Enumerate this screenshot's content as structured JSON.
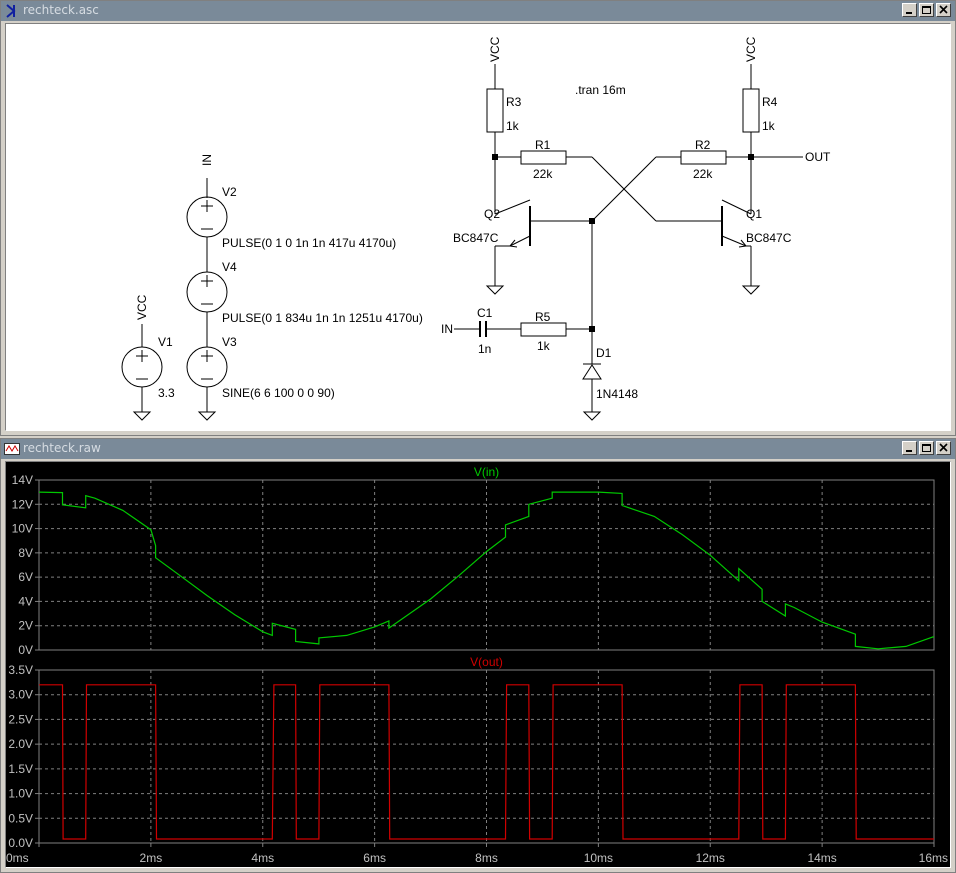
{
  "schematic_window": {
    "title": "rechteck.asc",
    "components": {
      "vcc_left": "VCC",
      "vcc_r3": "VCC",
      "vcc_r4": "VCC",
      "in_v2": "IN",
      "v2_name": "V2",
      "v2_value": "PULSE(0 1 0 1n 1n 417u 4170u)",
      "v4_name": "V4",
      "v4_value": "PULSE(0 1 834u 1n 1n 1251u 4170u)",
      "v3_name": "V3",
      "v3_value": "SINE(6 6 100 0 0 90)",
      "v1_name": "V1",
      "v1_value": "3.3",
      "tran": ".tran 16m",
      "r3_name": "R3",
      "r3_value": "1k",
      "r4_name": "R4",
      "r4_value": "1k",
      "r1_name": "R1",
      "r1_value": "22k",
      "r2_name": "R2",
      "r2_value": "22k",
      "r5_name": "R5",
      "r5_value": "1k",
      "q2_name": "Q2",
      "q2_model": "BC847C",
      "q1_name": "Q1",
      "q1_model": "BC847C",
      "c1_name": "C1",
      "c1_value": "1n",
      "d1_name": "D1",
      "d1_model": "1N4148",
      "in_label": "IN",
      "out_label": "OUT"
    }
  },
  "plot_window": {
    "title": "rechteck.raw",
    "colors": {
      "vin": "#00c800",
      "vout": "#d00000",
      "grid": "#808080",
      "axis_text": "#c0c0c0"
    },
    "chart_data": [
      {
        "type": "line",
        "title": "V(in)",
        "x_unit": "ms",
        "xlim": [
          0,
          16
        ],
        "ylim": [
          0,
          14
        ],
        "y_ticks": [
          "0V",
          "2V",
          "4V",
          "6V",
          "8V",
          "10V",
          "12V",
          "14V"
        ],
        "x_ticks": [
          "0ms",
          "2ms",
          "4ms",
          "6ms",
          "8ms",
          "10ms",
          "12ms",
          "14ms",
          "16ms"
        ],
        "grid": true,
        "series": [
          {
            "name": "V(in)",
            "x": [
              0,
              0.42,
              0.42,
              0.834,
              0.834,
              1.0,
              1.5,
              2.0,
              2.084,
              2.084,
              2.5,
              3.0,
              3.5,
              4.0,
              4.17,
              4.17,
              4.587,
              4.587,
              5.004,
              5.004,
              5.5,
              6.0,
              6.255,
              6.255,
              7.0,
              7.5,
              8.0,
              8.34,
              8.34,
              8.757,
              8.757,
              9.174,
              9.174,
              9.5,
              10.0,
              10.425,
              10.425,
              11.0,
              11.5,
              12.0,
              12.51,
              12.51,
              12.927,
              12.927,
              13.344,
              13.344,
              13.5,
              14.0,
              14.595,
              14.595,
              15.0,
              15.5,
              16.0
            ],
            "y": [
              13.0,
              12.96,
              11.96,
              11.71,
              12.71,
              12.5,
              11.5,
              9.9,
              8.6,
              7.6,
              6.2,
              4.5,
              2.9,
              1.5,
              1.2,
              2.2,
              1.7,
              0.7,
              0.5,
              1.0,
              1.2,
              1.9,
              2.4,
              1.8,
              4.2,
              6.1,
              8.1,
              9.3,
              10.3,
              11.0,
              12.0,
              12.5,
              13.0,
              13.0,
              13.0,
              12.9,
              11.9,
              11.0,
              9.5,
              7.8,
              5.7,
              6.7,
              5.0,
              4.0,
              2.8,
              3.8,
              3.5,
              2.3,
              1.3,
              0.3,
              0.1,
              0.3,
              1.1
            ]
          }
        ]
      },
      {
        "type": "line",
        "title": "V(out)",
        "x_unit": "ms",
        "xlim": [
          0,
          16
        ],
        "ylim": [
          0,
          3.5
        ],
        "y_ticks": [
          "0.0V",
          "0.5V",
          "1.0V",
          "1.5V",
          "2.0V",
          "2.5V",
          "3.0V",
          "3.5V"
        ],
        "grid": true,
        "series": [
          {
            "name": "V(out)",
            "x": [
              0,
              0.42,
              0.43,
              0.834,
              0.85,
              2.084,
              2.1,
              4.17,
              4.2,
              4.587,
              4.6,
              5.004,
              5.02,
              6.255,
              6.27,
              8.34,
              8.36,
              8.757,
              8.77,
              9.174,
              9.19,
              10.425,
              10.44,
              12.51,
              12.53,
              12.927,
              12.94,
              13.344,
              13.36,
              14.595,
              14.61,
              16.0
            ],
            "y": [
              3.2,
              3.2,
              0.08,
              0.08,
              3.2,
              3.2,
              0.08,
              0.08,
              3.2,
              3.2,
              0.08,
              0.08,
              3.2,
              3.2,
              0.08,
              0.08,
              3.2,
              3.2,
              0.08,
              0.08,
              3.2,
              3.2,
              0.08,
              0.08,
              3.2,
              3.2,
              0.08,
              0.08,
              3.2,
              3.2,
              0.08,
              0.08
            ]
          }
        ]
      }
    ]
  }
}
